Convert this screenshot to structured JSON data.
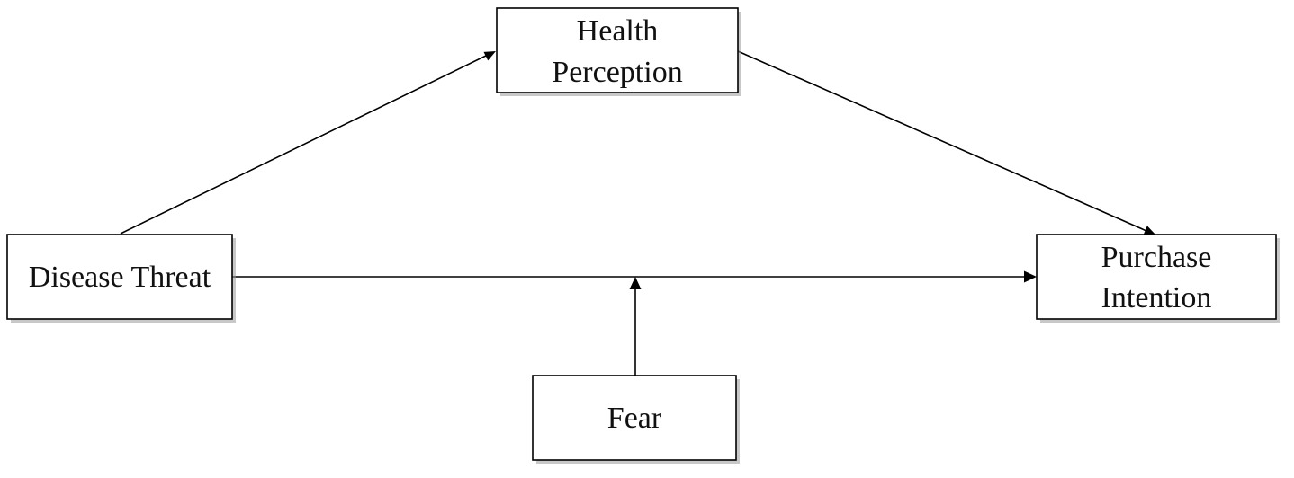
{
  "diagram": {
    "nodes": {
      "health_perception": {
        "line1": "Health",
        "line2": "Perception"
      },
      "disease_threat": {
        "label": "Disease Threat"
      },
      "purchase_intention": {
        "line1": "Purchase",
        "line2": "Intention"
      },
      "fear": {
        "label": "Fear"
      }
    },
    "edges": [
      {
        "from": "Disease Threat",
        "to": "Health Perception"
      },
      {
        "from": "Health Perception",
        "to": "Purchase Intention"
      },
      {
        "from": "Disease Threat",
        "to": "Purchase Intention"
      },
      {
        "from": "Fear",
        "to": "Disease Threat → Purchase Intention"
      }
    ]
  }
}
